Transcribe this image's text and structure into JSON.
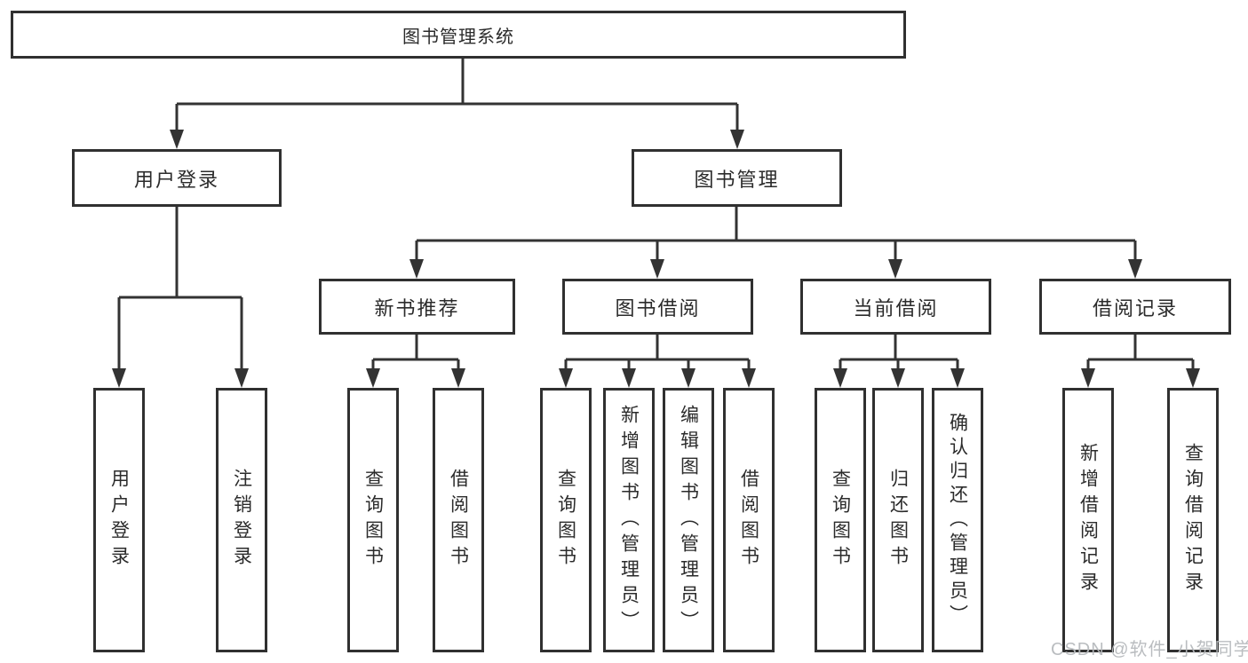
{
  "diagram": {
    "title": "图书管理系统",
    "level2": {
      "user_login": "用户登录",
      "book_mgmt": "图书管理"
    },
    "level3": {
      "new_books": "新书推荐",
      "borrow": "图书借阅",
      "current": "当前借阅",
      "records": "借阅记录"
    },
    "leaves": {
      "user_login": "用户登录",
      "logout": "注销登录",
      "nb_query": "查询图书",
      "nb_borrow": "借阅图书",
      "bb_query": "查询图书",
      "bb_add": "新增图书（管理员）",
      "bb_edit": "编辑图书（管理员）",
      "bb_borrow": "借阅图书",
      "cb_query": "查询图书",
      "cb_return": "归还图书",
      "cb_confirm": "确认归还（管理员）",
      "br_add": "新增借阅记录",
      "br_query": "查询借阅记录"
    },
    "hierarchy_note": {
      "图书管理系统": [
        "用户登录",
        "图书管理"
      ],
      "用户登录": [
        "用户登录",
        "注销登录"
      ],
      "图书管理": [
        "新书推荐",
        "图书借阅",
        "当前借阅",
        "借阅记录"
      ],
      "新书推荐": [
        "查询图书",
        "借阅图书"
      ],
      "图书借阅": [
        "查询图书",
        "新增图书（管理员）",
        "编辑图书（管理员）",
        "借阅图书"
      ],
      "当前借阅": [
        "查询图书",
        "归还图书",
        "确认归还（管理员）"
      ],
      "借阅记录": [
        "新增借阅记录",
        "查询借阅记录"
      ]
    }
  },
  "watermark": "CSDN @软件_小贺同学",
  "colors": {
    "line": "#333333",
    "box_border": "#303030",
    "text": "#2b2b2b",
    "watermark": "#b6b9bd",
    "background": "#ffffff"
  }
}
